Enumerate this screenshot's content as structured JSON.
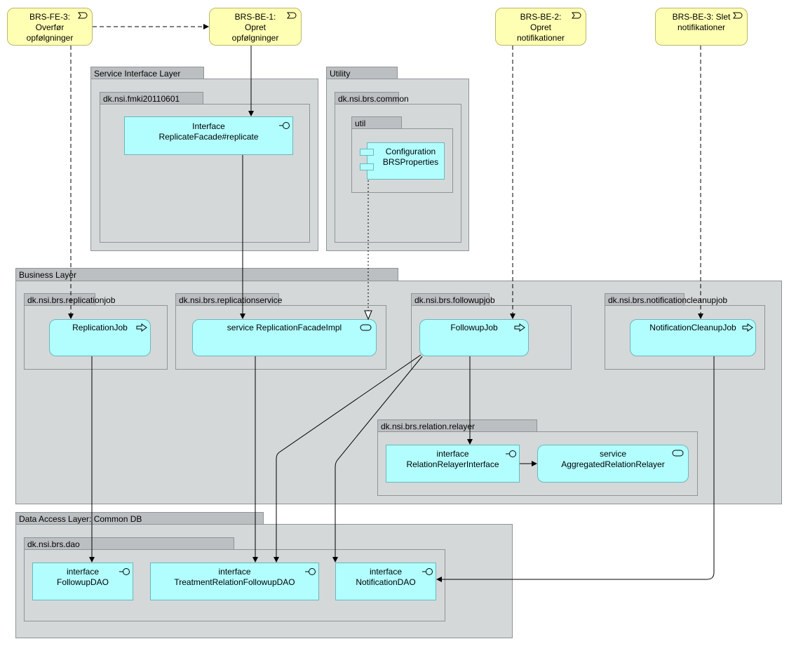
{
  "business_services": {
    "fe3": {
      "name": "BRS-FE-3:",
      "line2": "Overfør",
      "line3": "opfølgninger"
    },
    "be1": {
      "name": "BRS-BE-1:",
      "line2": "Opret",
      "line3": "opfølgninger"
    },
    "be2": {
      "name": "BRS-BE-2:",
      "line2": "Opret",
      "line3": "notifikationer"
    },
    "be3": {
      "name": "BRS-BE-3: Slet",
      "line2": "notifikationer"
    }
  },
  "service_interface_layer": {
    "title": "Service Interface Layer",
    "package": "dk.nsi.fmki20110601",
    "interface": {
      "line1": "Interface",
      "line2": "ReplicateFacade#replicate"
    }
  },
  "utility": {
    "title": "Utility",
    "package": "dk.nsi.brs.common",
    "subpackage": "util",
    "component": {
      "line1": "Configuration",
      "line2": "BRSProperties"
    }
  },
  "business_layer": {
    "title": "Business Layer",
    "replicationjob": {
      "package": "dk.nsi.brs.replicationjob",
      "element": "ReplicationJob"
    },
    "replicationservice": {
      "package": "dk.nsi.brs.replicationservice",
      "element": "service ReplicationFacadeImpl"
    },
    "followupjob": {
      "package": "dk.nsi.brs.followupjob",
      "element": "FollowupJob"
    },
    "notificationcleanupjob": {
      "package": "dk.nsi.brs.notificationcleanupjob",
      "element": "NotificationCleanupJob"
    },
    "relation_relayer": {
      "package": "dk.nsi.brs.relation.relayer",
      "interface": {
        "line1": "interface",
        "line2": "RelationRelayerInterface"
      },
      "service": {
        "line1": "service",
        "line2": "AggregatedRelationRelayer"
      }
    }
  },
  "data_access_layer": {
    "title": "Data Access Layer: Common DB",
    "package": "dk.nsi.brs.dao",
    "followupdao": {
      "line1": "interface",
      "line2": "FollowupDAO"
    },
    "treatmentdao": {
      "line1": "interface",
      "line2": "TreatmentRelationFollowupDAO"
    },
    "notificationdao": {
      "line1": "interface",
      "line2": "NotificationDAO"
    }
  },
  "colors": {
    "business": "#ffffb3",
    "application": "#b2feff",
    "group_body": "#d4d8d9",
    "group_tab": "#bcbfc1"
  }
}
